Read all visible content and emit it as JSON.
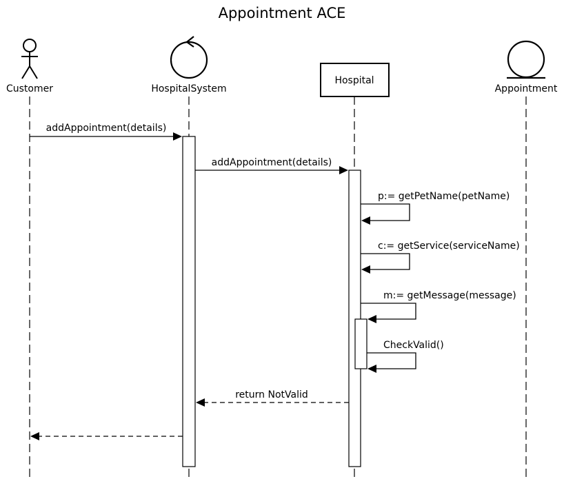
{
  "title": "Appointment ACE",
  "participants": {
    "customer": {
      "label": "Customer",
      "kind": "actor",
      "icon": "actor-icon"
    },
    "system": {
      "label": "HospitalSystem",
      "kind": "control",
      "icon": "control-icon"
    },
    "hospital": {
      "label": "Hospital",
      "kind": "object-box"
    },
    "appointment": {
      "label": "Appointment",
      "kind": "entity",
      "icon": "entity-icon"
    }
  },
  "messages": [
    {
      "label": "addAppointment(details)",
      "from": "Customer",
      "to": "HospitalSystem",
      "style": "solid"
    },
    {
      "label": "addAppointment(details)",
      "from": "HospitalSystem",
      "to": "Hospital",
      "style": "solid"
    },
    {
      "label": "p:= getPetName(petName)",
      "from": "Hospital",
      "to": "Hospital",
      "style": "self"
    },
    {
      "label": "c:= getService(serviceName)",
      "from": "Hospital",
      "to": "Hospital",
      "style": "self"
    },
    {
      "label": "m:= getMessage(message)",
      "from": "Hospital",
      "to": "Hospital",
      "style": "self"
    },
    {
      "label": "CheckValid()",
      "from": "Hospital",
      "to": "Hospital",
      "style": "self"
    },
    {
      "label": "return NotValid",
      "from": "Hospital",
      "to": "HospitalSystem",
      "style": "dashed"
    },
    {
      "label": "",
      "from": "HospitalSystem",
      "to": "Customer",
      "style": "dashed"
    }
  ]
}
